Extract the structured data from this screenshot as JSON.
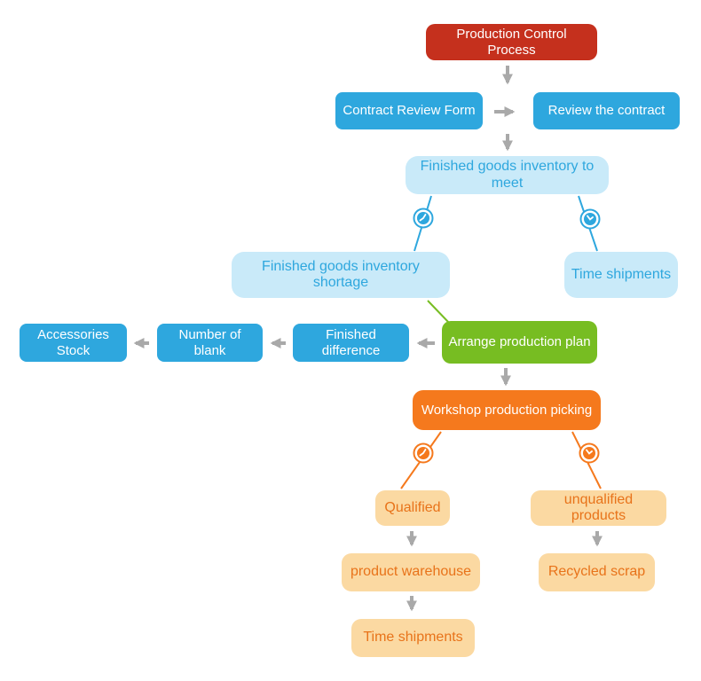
{
  "diagram": {
    "title": "Production Control Process flowchart"
  },
  "colors": {
    "red": "#C5301D",
    "blue": "#2EA7DE",
    "lightblue": "#C9EAF9",
    "green": "#77BD22",
    "orange": "#F5791D",
    "lightorange": "#FBD9A2",
    "orangetext": "#E8731A",
    "gray": "#A9A9A9"
  },
  "nodes": [
    {
      "id": "production-control-process",
      "label": "Production Control Process"
    },
    {
      "id": "contract-review-form",
      "label": "Contract Review Form"
    },
    {
      "id": "review-the-contract",
      "label": "Review the contract"
    },
    {
      "id": "finished-goods-inventory-to-meet",
      "label": "Finished goods inventory to meet"
    },
    {
      "id": "finished-goods-inventory-shortage",
      "label": "Finished goods inventory shortage"
    },
    {
      "id": "time-shipments-upper",
      "label": "Time shipments"
    },
    {
      "id": "accessories-stock",
      "label": "Accessories Stock"
    },
    {
      "id": "number-of-blank",
      "label": "Number of blank"
    },
    {
      "id": "finished-difference",
      "label": "Finished difference"
    },
    {
      "id": "arrange-production-plan",
      "label": "Arrange production plan"
    },
    {
      "id": "workshop-production-picking",
      "label": "Workshop production picking"
    },
    {
      "id": "qualified",
      "label": "Qualified"
    },
    {
      "id": "unqualified-products",
      "label": "unqualified products"
    },
    {
      "id": "product-warehouse",
      "label": "product warehouse"
    },
    {
      "id": "recycled-scrap",
      "label": "Recycled scrap"
    },
    {
      "id": "time-shipments-lower",
      "label": "Time shipments"
    }
  ],
  "icons": [
    {
      "name": "clock-icon",
      "count": 4,
      "meaning": "timed / scheduled decision branch"
    }
  ]
}
